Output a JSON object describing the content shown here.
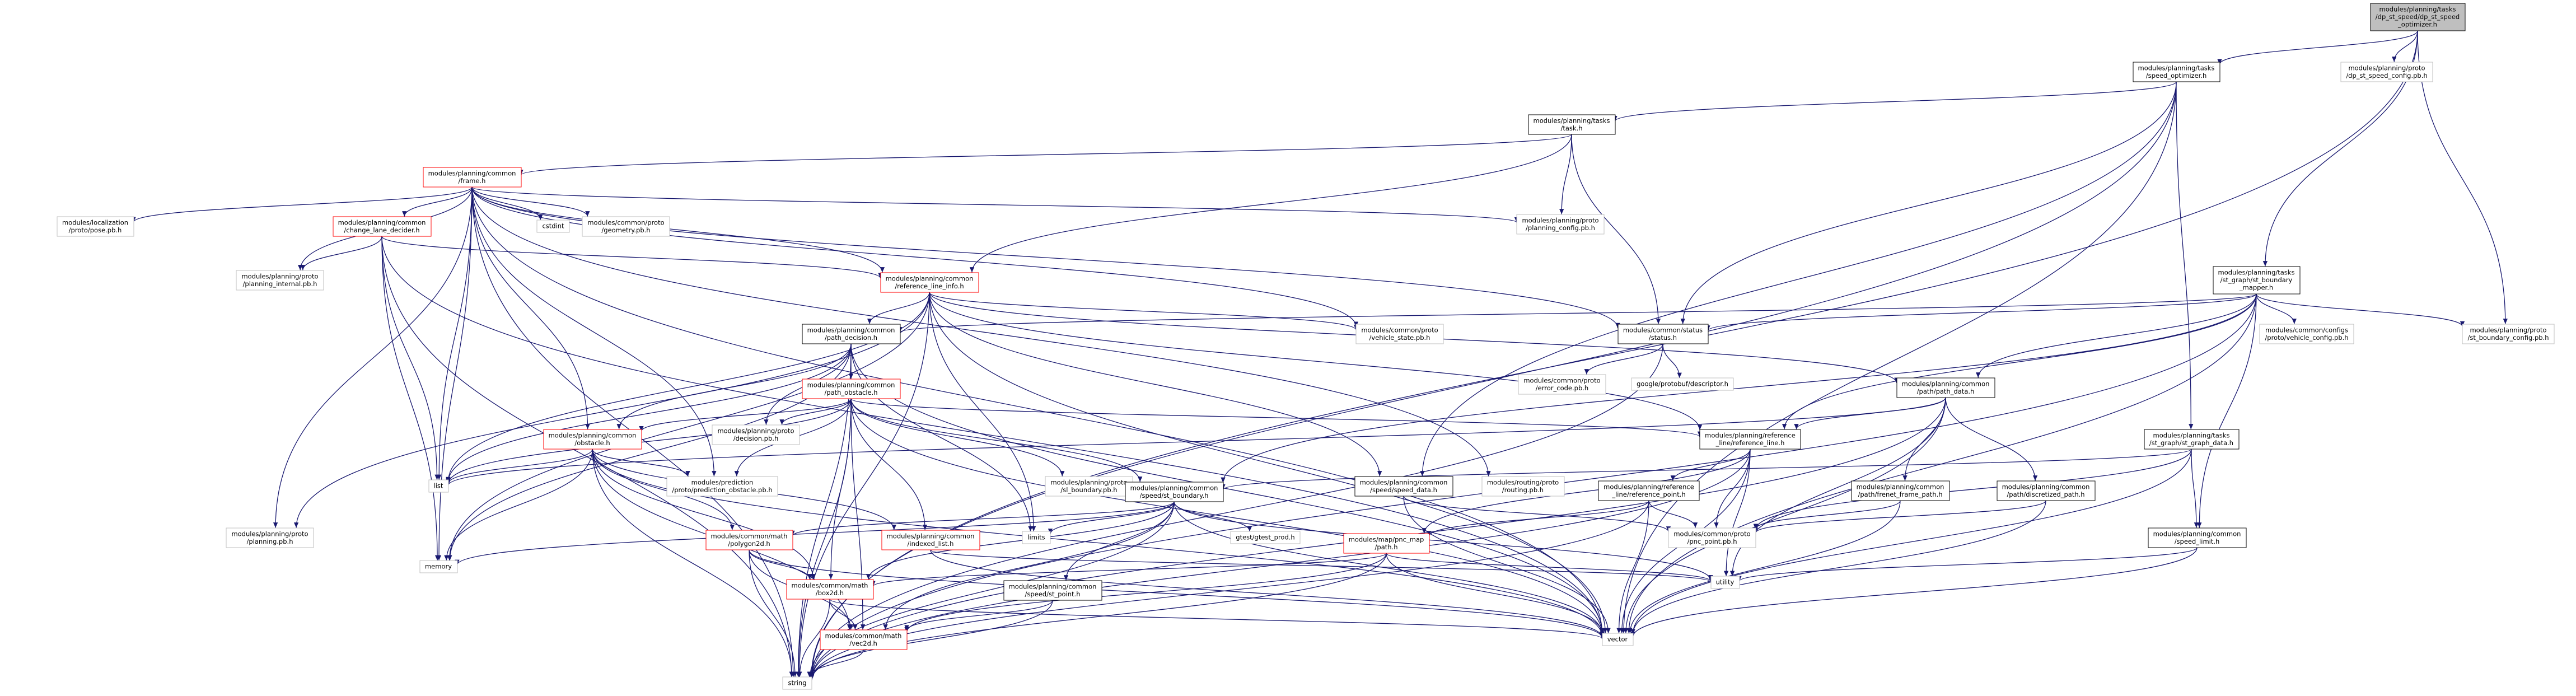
{
  "nodes": [
    {
      "id": "root",
      "lines": [
        "modules/planning/tasks",
        "/dp_st_speed/dp_st_speed",
        "_optimizer.h"
      ],
      "style": "root",
      "interactable": true
    },
    {
      "id": "speed_optimizer",
      "lines": [
        "modules/planning/tasks",
        "/speed_optimizer.h"
      ],
      "style": "normal",
      "interactable": true
    },
    {
      "id": "dp_st_speed_config",
      "lines": [
        "modules/planning/proto",
        "/dp_st_speed_config.pb.h"
      ],
      "style": "ext",
      "interactable": false
    },
    {
      "id": "task",
      "lines": [
        "modules/planning/tasks",
        "/task.h"
      ],
      "style": "normal",
      "interactable": true
    },
    {
      "id": "frame",
      "lines": [
        "modules/planning/common",
        "/frame.h"
      ],
      "style": "trunc",
      "interactable": true
    },
    {
      "id": "pose",
      "lines": [
        "modules/localization",
        "/proto/pose.pb.h"
      ],
      "style": "ext",
      "interactable": false
    },
    {
      "id": "change_lane",
      "lines": [
        "modules/planning/common",
        "/change_lane_decider.h"
      ],
      "style": "trunc",
      "interactable": true
    },
    {
      "id": "cstdint",
      "lines": [
        "cstdint"
      ],
      "style": "ext",
      "interactable": false
    },
    {
      "id": "geometry",
      "lines": [
        "modules/common/proto",
        "/geometry.pb.h"
      ],
      "style": "ext",
      "interactable": false
    },
    {
      "id": "planning_config",
      "lines": [
        "modules/planning/proto",
        "/planning_config.pb.h"
      ],
      "style": "ext",
      "interactable": false
    },
    {
      "id": "planning_internal",
      "lines": [
        "modules/planning/proto",
        "/planning_internal.pb.h"
      ],
      "style": "ext",
      "interactable": false
    },
    {
      "id": "ref_line_info",
      "lines": [
        "modules/planning/common",
        "/reference_line_info.h"
      ],
      "style": "trunc",
      "interactable": true
    },
    {
      "id": "vehicle_state",
      "lines": [
        "modules/common/proto",
        "/vehicle_state.pb.h"
      ],
      "style": "ext",
      "interactable": false
    },
    {
      "id": "status",
      "lines": [
        "modules/common/status",
        "/status.h"
      ],
      "style": "normal",
      "interactable": true
    },
    {
      "id": "st_boundary_mapper",
      "lines": [
        "modules/planning/tasks",
        "/st_graph/st_boundary",
        "_mapper.h"
      ],
      "style": "normal",
      "interactable": true
    },
    {
      "id": "vehicle_config",
      "lines": [
        "modules/common/configs",
        "/proto/vehicle_config.pb.h"
      ],
      "style": "ext",
      "interactable": false
    },
    {
      "id": "st_boundary_config",
      "lines": [
        "modules/planning/proto",
        "/st_boundary_config.pb.h"
      ],
      "style": "ext",
      "interactable": false
    },
    {
      "id": "path_decision",
      "lines": [
        "modules/planning/common",
        "/path_decision.h"
      ],
      "style": "normal",
      "interactable": true
    },
    {
      "id": "error_code",
      "lines": [
        "modules/common/proto",
        "/error_code.pb.h"
      ],
      "style": "ext",
      "interactable": false
    },
    {
      "id": "descriptor",
      "lines": [
        "google/protobuf/descriptor.h"
      ],
      "style": "ext",
      "interactable": false
    },
    {
      "id": "path_data",
      "lines": [
        "modules/planning/common",
        "/path/path_data.h"
      ],
      "style": "normal",
      "interactable": true
    },
    {
      "id": "path_obstacle",
      "lines": [
        "modules/planning/common",
        "/path_obstacle.h"
      ],
      "style": "trunc",
      "interactable": true
    },
    {
      "id": "obstacle",
      "lines": [
        "modules/planning/common",
        "/obstacle.h"
      ],
      "style": "trunc",
      "interactable": true
    },
    {
      "id": "decision",
      "lines": [
        "modules/planning/proto",
        "/decision.pb.h"
      ],
      "style": "ext",
      "interactable": false
    },
    {
      "id": "ref_line",
      "lines": [
        "modules/planning/reference",
        "_line/reference_line.h"
      ],
      "style": "normal",
      "interactable": true
    },
    {
      "id": "st_graph_data",
      "lines": [
        "modules/planning/tasks",
        "/st_graph/st_graph_data.h"
      ],
      "style": "normal",
      "interactable": true
    },
    {
      "id": "list",
      "lines": [
        "list"
      ],
      "style": "ext",
      "interactable": false
    },
    {
      "id": "prediction_obstacle",
      "lines": [
        "modules/prediction",
        "/proto/prediction_obstacle.pb.h"
      ],
      "style": "ext",
      "interactable": false
    },
    {
      "id": "sl_boundary",
      "lines": [
        "modules/planning/proto",
        "/sl_boundary.pb.h"
      ],
      "style": "ext",
      "interactable": false
    },
    {
      "id": "st_boundary",
      "lines": [
        "modules/planning/common",
        "/speed/st_boundary.h"
      ],
      "style": "normal",
      "interactable": true
    },
    {
      "id": "speed_data",
      "lines": [
        "modules/planning/common",
        "/speed/speed_data.h"
      ],
      "style": "normal",
      "interactable": true
    },
    {
      "id": "routing",
      "lines": [
        "modules/routing/proto",
        "/routing.pb.h"
      ],
      "style": "ext",
      "interactable": false
    },
    {
      "id": "ref_point",
      "lines": [
        "modules/planning/reference",
        "_line/reference_point.h"
      ],
      "style": "normal",
      "interactable": true
    },
    {
      "id": "frenet_path",
      "lines": [
        "modules/planning/common",
        "/path/frenet_frame_path.h"
      ],
      "style": "normal",
      "interactable": true
    },
    {
      "id": "discretized_path",
      "lines": [
        "modules/planning/common",
        "/path/discretized_path.h"
      ],
      "style": "normal",
      "interactable": true
    },
    {
      "id": "planning_pb",
      "lines": [
        "modules/planning/proto",
        "/planning.pb.h"
      ],
      "style": "ext",
      "interactable": false
    },
    {
      "id": "polygon2d",
      "lines": [
        "modules/common/math",
        "/polygon2d.h"
      ],
      "style": "trunc",
      "interactable": true
    },
    {
      "id": "indexed_list",
      "lines": [
        "modules/planning/common",
        "/indexed_list.h"
      ],
      "style": "trunc",
      "interactable": true
    },
    {
      "id": "limits",
      "lines": [
        "limits"
      ],
      "style": "ext",
      "interactable": false
    },
    {
      "id": "gtest_prod",
      "lines": [
        "gtest/gtest_prod.h"
      ],
      "style": "ext",
      "interactable": false
    },
    {
      "id": "pnc_map_path",
      "lines": [
        "modules/map/pnc_map",
        "/path.h"
      ],
      "style": "trunc",
      "interactable": true
    },
    {
      "id": "pnc_point",
      "lines": [
        "modules/common/proto",
        "/pnc_point.pb.h"
      ],
      "style": "ext",
      "interactable": false
    },
    {
      "id": "speed_limit",
      "lines": [
        "modules/planning/common",
        "/speed_limit.h"
      ],
      "style": "normal",
      "interactable": true
    },
    {
      "id": "memory",
      "lines": [
        "memory"
      ],
      "style": "ext",
      "interactable": false
    },
    {
      "id": "box2d",
      "lines": [
        "modules/common/math",
        "/box2d.h"
      ],
      "style": "trunc",
      "interactable": true
    },
    {
      "id": "st_point",
      "lines": [
        "modules/planning/common",
        "/speed/st_point.h"
      ],
      "style": "normal",
      "interactable": true
    },
    {
      "id": "utility",
      "lines": [
        "utility"
      ],
      "style": "ext",
      "interactable": false
    },
    {
      "id": "vec2d",
      "lines": [
        "modules/common/math",
        "/vec2d.h"
      ],
      "style": "trunc",
      "interactable": true
    },
    {
      "id": "vector",
      "lines": [
        "vector"
      ],
      "style": "ext",
      "interactable": false
    },
    {
      "id": "string",
      "lines": [
        "string"
      ],
      "style": "ext",
      "interactable": false
    }
  ],
  "edges": [
    [
      "root",
      "speed_optimizer"
    ],
    [
      "root",
      "dp_st_speed_config"
    ],
    [
      "root",
      "st_boundary_mapper"
    ],
    [
      "root",
      "st_boundary_config"
    ],
    [
      "root",
      "string"
    ],
    [
      "speed_optimizer",
      "task"
    ],
    [
      "speed_optimizer",
      "status"
    ],
    [
      "speed_optimizer",
      "speed_data"
    ],
    [
      "speed_optimizer",
      "st_graph_data"
    ],
    [
      "speed_optimizer",
      "vector"
    ],
    [
      "speed_optimizer",
      "string"
    ],
    [
      "task",
      "frame"
    ],
    [
      "task",
      "planning_config"
    ],
    [
      "task",
      "status"
    ],
    [
      "task",
      "ref_line_info"
    ],
    [
      "frame",
      "pose"
    ],
    [
      "frame",
      "change_lane"
    ],
    [
      "frame",
      "cstdint"
    ],
    [
      "frame",
      "geometry"
    ],
    [
      "frame",
      "planning_config"
    ],
    [
      "frame",
      "planning_internal"
    ],
    [
      "frame",
      "ref_line_info"
    ],
    [
      "frame",
      "vehicle_state"
    ],
    [
      "frame",
      "status"
    ],
    [
      "frame",
      "routing"
    ],
    [
      "frame",
      "obstacle"
    ],
    [
      "frame",
      "prediction_obstacle"
    ],
    [
      "frame",
      "planning_pb"
    ],
    [
      "frame",
      "list"
    ],
    [
      "frame",
      "memory"
    ],
    [
      "frame",
      "string"
    ],
    [
      "frame",
      "vector"
    ],
    [
      "change_lane",
      "planning_internal"
    ],
    [
      "change_lane",
      "ref_line_info"
    ],
    [
      "change_lane",
      "list"
    ],
    [
      "change_lane",
      "memory"
    ],
    [
      "change_lane",
      "string"
    ],
    [
      "change_lane",
      "vector"
    ],
    [
      "ref_line_info",
      "path_decision"
    ],
    [
      "ref_line_info",
      "vehicle_state"
    ],
    [
      "ref_line_info",
      "path_data"
    ],
    [
      "ref_line_info",
      "speed_data"
    ],
    [
      "ref_line_info",
      "ref_line"
    ],
    [
      "ref_line_info",
      "planning_pb"
    ],
    [
      "ref_line_info",
      "list"
    ],
    [
      "ref_line_info",
      "limits"
    ],
    [
      "ref_line_info",
      "memory"
    ],
    [
      "ref_line_info",
      "string"
    ],
    [
      "ref_line_info",
      "vector"
    ],
    [
      "status",
      "error_code"
    ],
    [
      "status",
      "descriptor"
    ],
    [
      "status",
      "string"
    ],
    [
      "st_boundary_mapper",
      "path_decision"
    ],
    [
      "st_boundary_mapper",
      "vehicle_config"
    ],
    [
      "st_boundary_mapper",
      "st_boundary_config"
    ],
    [
      "st_boundary_mapper",
      "status"
    ],
    [
      "st_boundary_mapper",
      "path_data"
    ],
    [
      "st_boundary_mapper",
      "ref_line"
    ],
    [
      "st_boundary_mapper",
      "st_boundary"
    ],
    [
      "st_boundary_mapper",
      "speed_limit"
    ],
    [
      "st_boundary_mapper",
      "vector"
    ],
    [
      "st_boundary_mapper",
      "string"
    ],
    [
      "path_decision",
      "path_obstacle"
    ],
    [
      "path_decision",
      "obstacle"
    ],
    [
      "path_decision",
      "decision"
    ],
    [
      "path_decision",
      "list"
    ],
    [
      "path_decision",
      "limits"
    ],
    [
      "path_decision",
      "memory"
    ],
    [
      "path_decision",
      "string"
    ],
    [
      "path_decision",
      "vector"
    ],
    [
      "path_obstacle",
      "obstacle"
    ],
    [
      "path_obstacle",
      "decision"
    ],
    [
      "path_obstacle",
      "sl_boundary"
    ],
    [
      "path_obstacle",
      "st_boundary"
    ],
    [
      "path_obstacle",
      "ref_line"
    ],
    [
      "path_obstacle",
      "indexed_list"
    ],
    [
      "path_obstacle",
      "box2d"
    ],
    [
      "path_obstacle",
      "list"
    ],
    [
      "path_obstacle",
      "string"
    ],
    [
      "path_obstacle",
      "vector"
    ],
    [
      "path_obstacle",
      "prediction_obstacle"
    ],
    [
      "path_obstacle",
      "vec2d"
    ],
    [
      "obstacle",
      "prediction_obstacle"
    ],
    [
      "obstacle",
      "polygon2d"
    ],
    [
      "obstacle",
      "box2d"
    ],
    [
      "obstacle",
      "indexed_list"
    ],
    [
      "obstacle",
      "vec2d"
    ],
    [
      "obstacle",
      "list"
    ],
    [
      "obstacle",
      "memory"
    ],
    [
      "obstacle",
      "string"
    ],
    [
      "obstacle",
      "vector"
    ],
    [
      "path_data",
      "frenet_path"
    ],
    [
      "path_data",
      "discretized_path"
    ],
    [
      "path_data",
      "ref_line"
    ],
    [
      "path_data",
      "list"
    ],
    [
      "path_data",
      "utility"
    ],
    [
      "path_data",
      "string"
    ],
    [
      "path_data",
      "vector"
    ],
    [
      "ref_line",
      "ref_point"
    ],
    [
      "ref_line",
      "pnc_map_path"
    ],
    [
      "ref_line",
      "pnc_point"
    ],
    [
      "ref_line",
      "utility"
    ],
    [
      "ref_line",
      "string"
    ],
    [
      "ref_line",
      "vector"
    ],
    [
      "st_graph_data",
      "speed_limit"
    ],
    [
      "st_graph_data",
      "st_boundary"
    ],
    [
      "st_graph_data",
      "pnc_point"
    ],
    [
      "st_graph_data",
      "vector"
    ],
    [
      "st_boundary",
      "st_point"
    ],
    [
      "st_boundary",
      "box2d"
    ],
    [
      "st_boundary",
      "polygon2d"
    ],
    [
      "st_boundary",
      "vec2d"
    ],
    [
      "st_boundary",
      "limits"
    ],
    [
      "st_boundary",
      "gtest_prod"
    ],
    [
      "st_boundary",
      "memory"
    ],
    [
      "st_boundary",
      "string"
    ],
    [
      "st_boundary",
      "utility"
    ],
    [
      "st_boundary",
      "vector"
    ],
    [
      "speed_data",
      "pnc_point"
    ],
    [
      "speed_data",
      "vector"
    ],
    [
      "ref_point",
      "pnc_map_path"
    ],
    [
      "ref_point",
      "pnc_point"
    ],
    [
      "ref_point",
      "string"
    ],
    [
      "ref_point",
      "vector"
    ],
    [
      "frenet_path",
      "pnc_point"
    ],
    [
      "frenet_path",
      "vector"
    ],
    [
      "discretized_path",
      "pnc_point"
    ],
    [
      "discretized_path",
      "vector"
    ],
    [
      "polygon2d",
      "box2d"
    ],
    [
      "polygon2d",
      "vec2d"
    ],
    [
      "polygon2d",
      "string"
    ],
    [
      "polygon2d",
      "vector"
    ],
    [
      "indexed_list",
      "utility"
    ],
    [
      "indexed_list",
      "vector"
    ],
    [
      "pnc_map_path",
      "box2d"
    ],
    [
      "pnc_map_path",
      "vec2d"
    ],
    [
      "pnc_map_path",
      "string"
    ],
    [
      "pnc_map_path",
      "utility"
    ],
    [
      "pnc_map_path",
      "vector"
    ],
    [
      "speed_limit",
      "utility"
    ],
    [
      "speed_limit",
      "vector"
    ],
    [
      "box2d",
      "vec2d"
    ],
    [
      "box2d",
      "string"
    ],
    [
      "box2d",
      "vector"
    ],
    [
      "st_point",
      "vec2d"
    ],
    [
      "st_point",
      "string"
    ],
    [
      "vec2d",
      "string"
    ]
  ]
}
